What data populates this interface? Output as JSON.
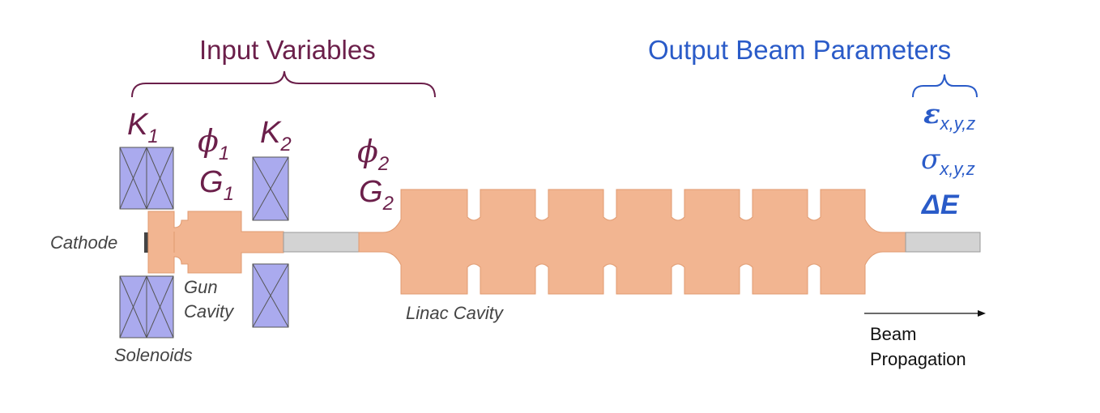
{
  "headers": {
    "input_title": "Input Variables",
    "output_title": "Output Beam Parameters"
  },
  "inputs": {
    "k1": {
      "symbol": "K",
      "sub": "1"
    },
    "phi1": {
      "symbol": "ϕ",
      "sub": "1"
    },
    "g1": {
      "symbol": "G",
      "sub": "1"
    },
    "k2": {
      "symbol": "K",
      "sub": "2"
    },
    "phi2": {
      "symbol": "ϕ",
      "sub": "2"
    },
    "g2": {
      "symbol": "G",
      "sub": "2"
    }
  },
  "outputs": {
    "emittance": {
      "symbol": "ε",
      "sub": "x,y,z"
    },
    "beam_size": {
      "symbol": "σ",
      "sub": "x,y,z"
    },
    "energy_spread": {
      "symbol": "ΔE"
    }
  },
  "components": {
    "cathode": "Cathode",
    "gun_cavity_line1": "Gun",
    "gun_cavity_line2": "Cavity",
    "solenoids": "Solenoids",
    "linac_cavity": "Linac Cavity"
  },
  "beam": {
    "line1": "Beam",
    "line2": "Propagation"
  },
  "colors": {
    "input_color": "#6b1f4a",
    "output_color": "#2a5bc8",
    "cavity_fill": "#f2b591",
    "solenoid_fill": "#aaaaee",
    "pipe_fill": "#d3d3d3"
  }
}
